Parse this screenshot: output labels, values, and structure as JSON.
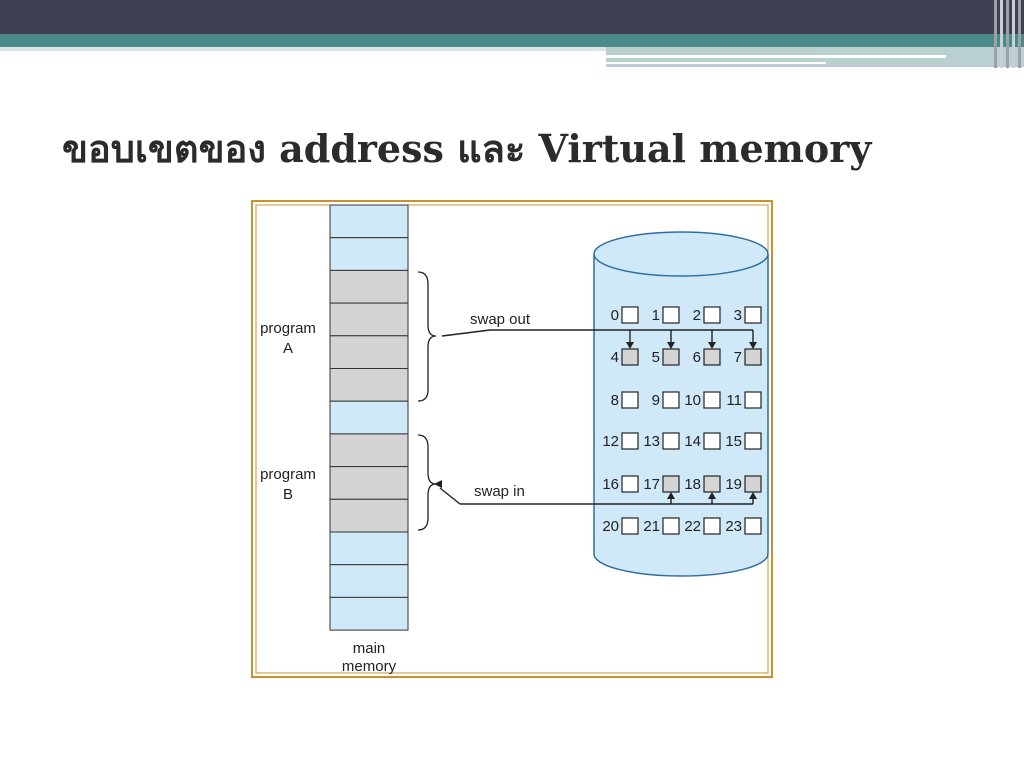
{
  "slide": {
    "title": "ขอบเขตของ address และ Virtual memory"
  },
  "diagram": {
    "program_a_label": [
      "program",
      "A"
    ],
    "program_b_label": [
      "program",
      "B"
    ],
    "main_memory_label": [
      "main",
      "memory"
    ],
    "swap_out_label": "swap out",
    "swap_in_label": "swap in",
    "memory_frames": [
      "free",
      "free",
      "program-a",
      "program-a",
      "program-a",
      "program-a",
      "free",
      "program-b",
      "program-b",
      "program-b",
      "free",
      "free",
      "free"
    ],
    "disk_blocks": [
      {
        "n": "0",
        "filled": false
      },
      {
        "n": "1",
        "filled": false
      },
      {
        "n": "2",
        "filled": false
      },
      {
        "n": "3",
        "filled": false
      },
      {
        "n": "4",
        "filled": true
      },
      {
        "n": "5",
        "filled": true
      },
      {
        "n": "6",
        "filled": true
      },
      {
        "n": "7",
        "filled": true
      },
      {
        "n": "8",
        "filled": false
      },
      {
        "n": "9",
        "filled": false
      },
      {
        "n": "10",
        "filled": false
      },
      {
        "n": "11",
        "filled": false
      },
      {
        "n": "12",
        "filled": false
      },
      {
        "n": "13",
        "filled": false
      },
      {
        "n": "14",
        "filled": false
      },
      {
        "n": "15",
        "filled": false
      },
      {
        "n": "16",
        "filled": false
      },
      {
        "n": "17",
        "filled": true
      },
      {
        "n": "18",
        "filled": true
      },
      {
        "n": "19",
        "filled": true
      },
      {
        "n": "20",
        "filled": false
      },
      {
        "n": "21",
        "filled": false
      },
      {
        "n": "22",
        "filled": false
      },
      {
        "n": "23",
        "filled": false
      }
    ],
    "colors": {
      "free_frame": "#cfe9f9",
      "used_frame": "#d4d4d4",
      "disk_fill": "#cfe9f9",
      "frame_border": "#c8922e",
      "header_dark": "#3f4153",
      "header_teal": "#4b8a8b"
    }
  }
}
